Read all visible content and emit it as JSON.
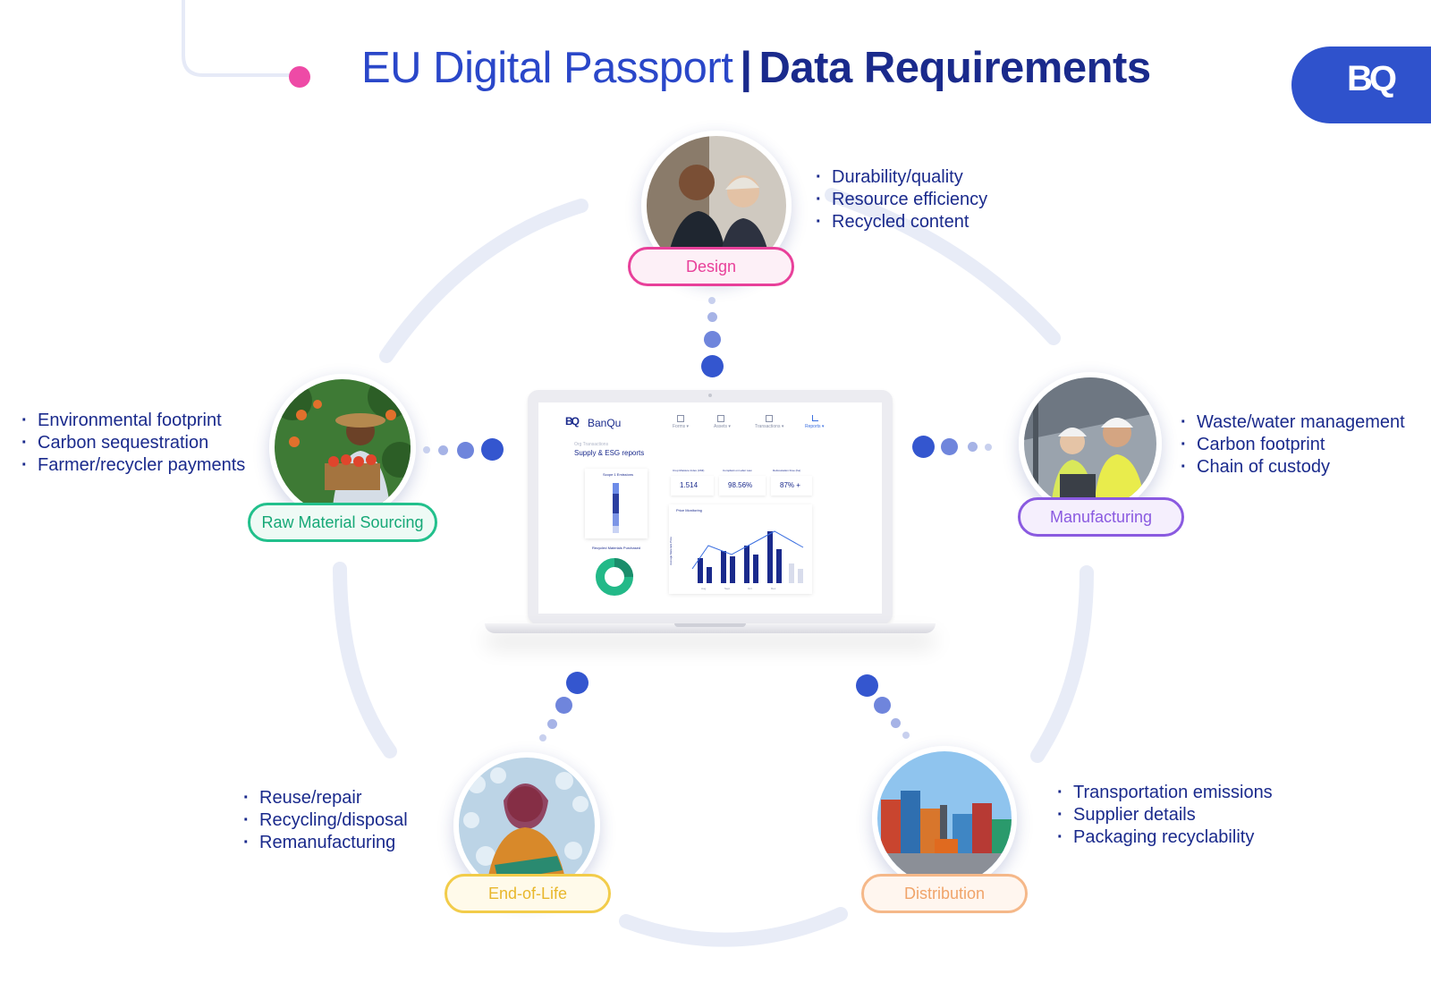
{
  "title": {
    "light": "EU Digital Passport",
    "separator": "|",
    "bold": "Data Requirements"
  },
  "logo": {
    "text": "BQ",
    "color": "#2f52cc"
  },
  "stages": {
    "design": {
      "label": "Design",
      "color": "#e8409a",
      "items": [
        "Durability/quality",
        "Resource efficiency",
        "Recycled content"
      ]
    },
    "manufacturing": {
      "label": "Manufacturing",
      "color": "#8a5ae0",
      "items": [
        "Waste/water management",
        "Carbon footprint",
        "Chain of custody"
      ]
    },
    "distribution": {
      "label": "Distribution",
      "color": "#f5b889",
      "items": [
        "Transportation emissions",
        "Supplier details",
        "Packaging recyclability"
      ]
    },
    "end_of_life": {
      "label": "End-of-Life",
      "color": "#f2cc4a",
      "items": [
        "Reuse/repair",
        "Recycling/disposal",
        "Remanufacturing"
      ]
    },
    "raw_material": {
      "label": "Raw Material Sourcing",
      "color": "#22c08c",
      "items": [
        "Environmental footprint",
        "Carbon sequestration",
        "Farmer/recycler payments"
      ]
    }
  },
  "laptop": {
    "app_name": "BanQu",
    "nav": [
      "Forms ▾",
      "Assets ▾",
      "Transactions ▾",
      "Reports ▾"
    ],
    "breadcrumb": "Org Transactions",
    "page_title": "Supply & ESG reports",
    "kpis": [
      {
        "label": "Crop Moisture Index (CMI)",
        "value": "1.514"
      },
      {
        "label": "Compliant on Labor Law",
        "value": "98.56%"
      },
      {
        "label": "Deforestation Free (ha)",
        "value": "87% +"
      }
    ],
    "scope_card_title": "Scope 1 Emissions",
    "recycled_card_title": "Recycled Materials Purchased",
    "price_card_title": "Price Monitoring",
    "price_ylabel": "Average Materials Price",
    "price_xlabels": [
      "Aug",
      "Sept",
      "Oct",
      "Dec"
    ]
  }
}
